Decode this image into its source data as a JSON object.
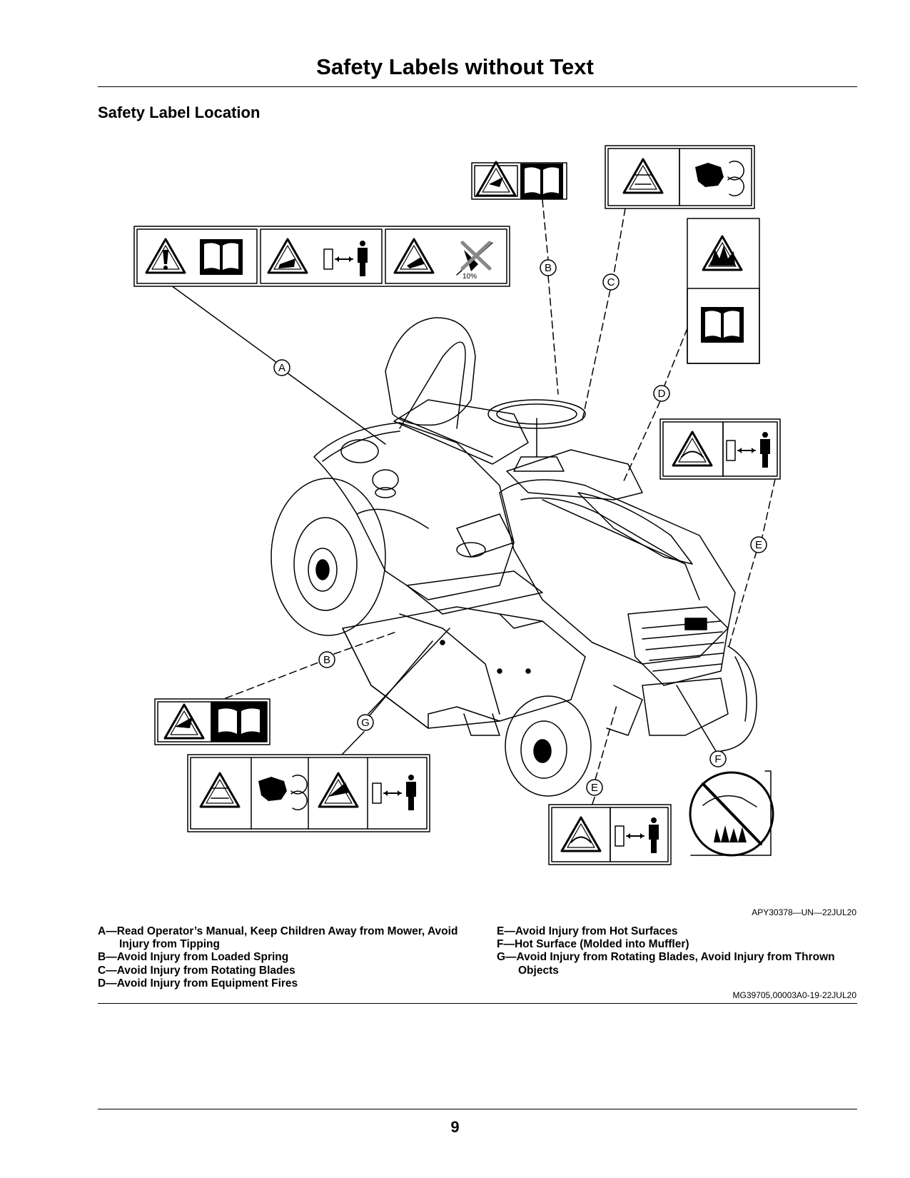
{
  "page": {
    "title": "Safety Labels without Text",
    "section_heading": "Safety Label Location",
    "figure_id": "APY30378—UN—22JUL20",
    "doc_id": "MG39705,00003A0-19-22JUL20",
    "page_number": "9"
  },
  "callouts": {
    "A": "A",
    "B": "B",
    "C": "C",
    "D": "D",
    "E": "E",
    "F": "F",
    "G": "G",
    "slope_label": "10%"
  },
  "legend": {
    "left": [
      "A—Read Operator’s Manual, Keep Children Away from Mower, Avoid Injury from Tipping",
      "B—Avoid Injury from Loaded Spring",
      "C—Avoid Injury from Rotating Blades",
      "D—Avoid Injury from Equipment Fires"
    ],
    "right": [
      "E—Avoid Injury from Hot Surfaces",
      "F—Hot Surface (Molded into Muffler)",
      "G—Avoid Injury from Rotating Blades, Avoid Injury from Thrown Objects"
    ]
  }
}
